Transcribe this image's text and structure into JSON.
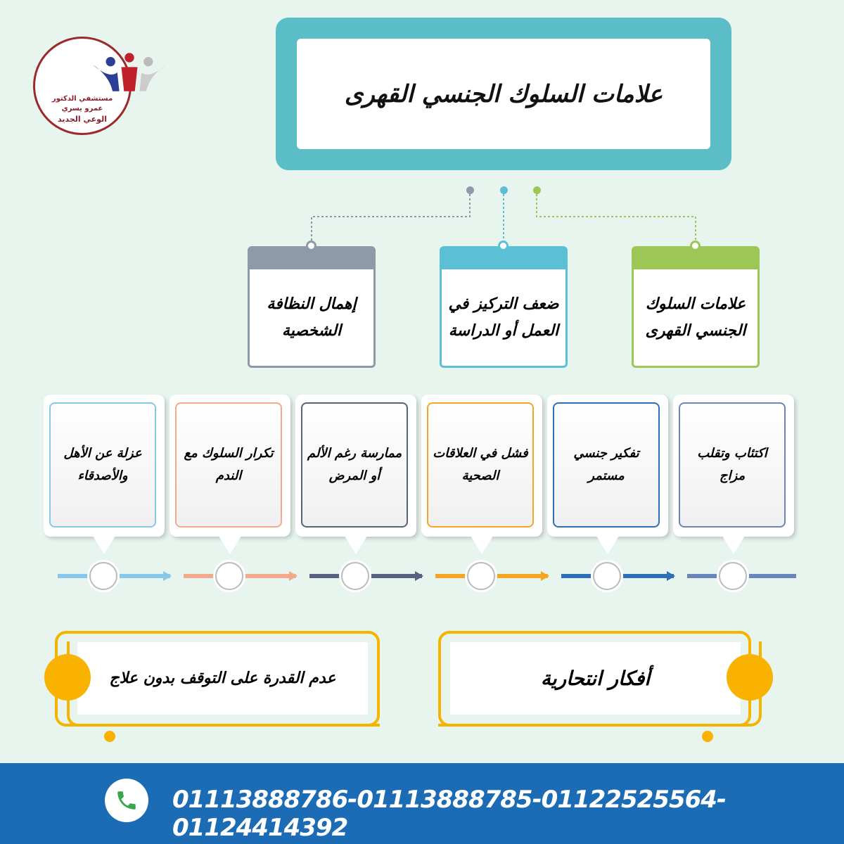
{
  "logo": {
    "line1": "مستشفي الدكتور",
    "line2": "عمرو يسري",
    "line3": "الوعي الجديد"
  },
  "title": "علامات السلوك الجنسي القهرى",
  "top_cards": [
    {
      "label": "إهمال النظافة الشخصية",
      "color": "#8f9aa8"
    },
    {
      "label": "ضعف التركيز في العمل أو الدراسة",
      "color": "#5bbfd6"
    },
    {
      "label": "علامات السلوك الجنسي القهرى",
      "color": "#9cc757"
    }
  ],
  "cards": [
    {
      "label": "عزلة عن الأهل والأصدقاء",
      "color": "#86c8ea"
    },
    {
      "label": "تكرار السلوك مع الندم",
      "color": "#f3a98b"
    },
    {
      "label": "ممارسة رغم الألم أو المرض",
      "color": "#56627f"
    },
    {
      "label": "فشل في العلاقات الصحية",
      "color": "#f5a524"
    },
    {
      "label": "تفكير جنسي مستمر",
      "color": "#2e6fb7"
    },
    {
      "label": "اكتئاب وتقلب مزاج",
      "color": "#6a85ba"
    }
  ],
  "bottom": {
    "left": "عدم القدرة على التوقف بدون علاج",
    "right": "أفكار انتحارية",
    "accent": "#f9b200"
  },
  "footer": {
    "phones": "01113888786-01113888785-01122525564-01124414392",
    "icon": "phone-icon",
    "color": "#1c6cb5"
  }
}
